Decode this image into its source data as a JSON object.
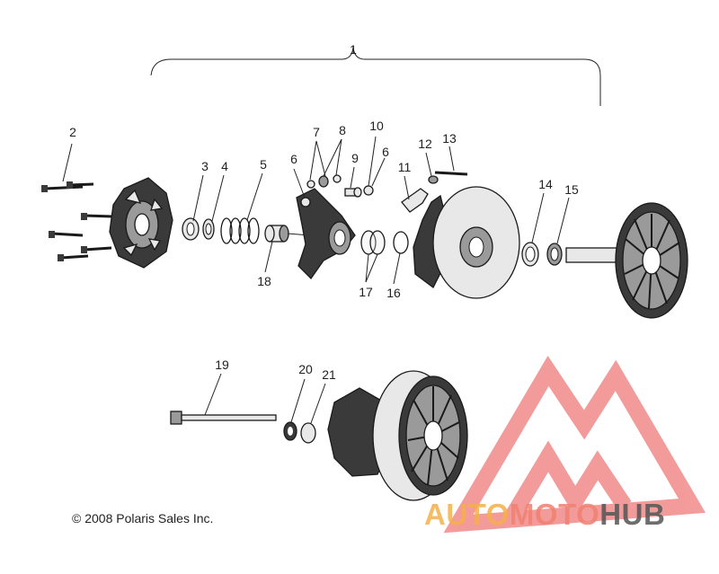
{
  "copyright": "© 2008 Polaris Sales Inc.",
  "watermark": {
    "part1": "AUTO",
    "part2": "MOTO",
    "part3": "HUB",
    "colors": {
      "auto": "#f5b04a",
      "moto": "#f08070",
      "hub": "#555555",
      "logo": "#f07a7a"
    }
  },
  "callouts": {
    "c1": "1",
    "c2": "2",
    "c3": "3",
    "c4": "4",
    "c5": "5",
    "c6a": "6",
    "c6b": "6",
    "c7": "7",
    "c8": "8",
    "c9": "9",
    "c10": "10",
    "c11": "11",
    "c12": "12",
    "c13": "13",
    "c14": "14",
    "c15": "15",
    "c16": "16",
    "c17": "17",
    "c18": "18",
    "c19": "19",
    "c20": "20",
    "c21": "21"
  }
}
